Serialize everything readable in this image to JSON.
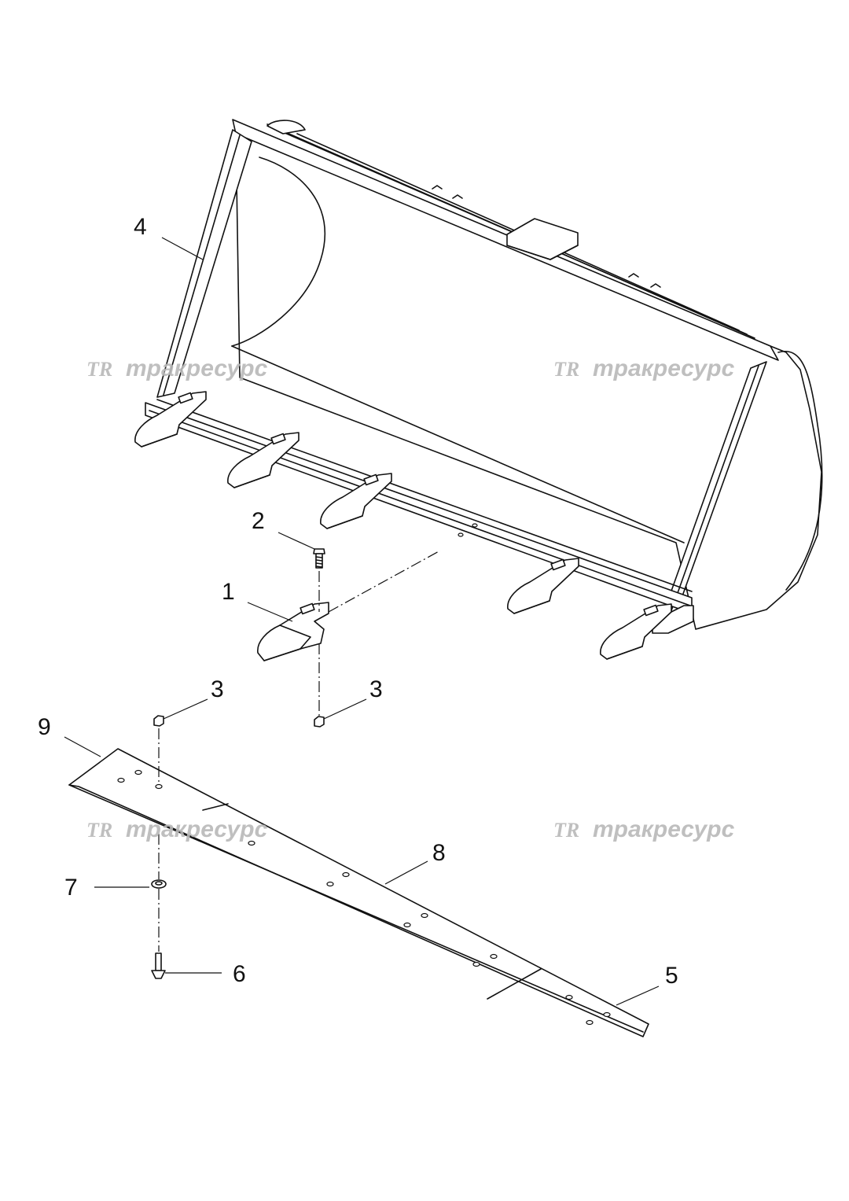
{
  "callouts": [
    {
      "id": "part-1",
      "label": "1"
    },
    {
      "id": "part-2",
      "label": "2"
    },
    {
      "id": "part-3a",
      "label": "3"
    },
    {
      "id": "part-3b",
      "label": "3"
    },
    {
      "id": "part-4",
      "label": "4"
    },
    {
      "id": "part-5",
      "label": "5"
    },
    {
      "id": "part-6",
      "label": "6"
    },
    {
      "id": "part-7",
      "label": "7"
    },
    {
      "id": "part-8",
      "label": "8"
    },
    {
      "id": "part-9",
      "label": "9"
    }
  ],
  "watermark": {
    "logo_text": "TR",
    "brand_text": "тракресурс",
    "color": "#b9b9b9"
  },
  "colors": {
    "line": "#111111",
    "background": "#ffffff"
  }
}
